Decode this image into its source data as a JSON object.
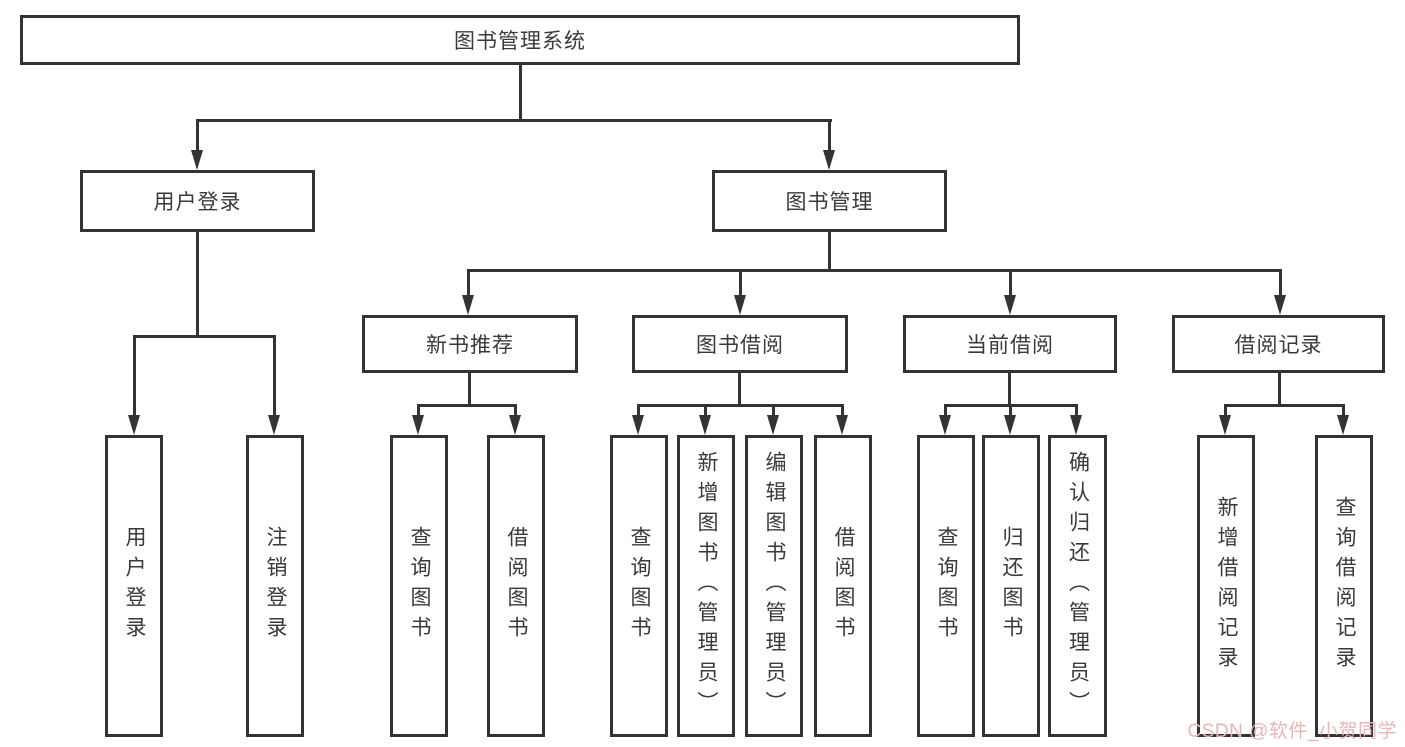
{
  "colors": {
    "line": "#333333",
    "text": "#3a3a3a",
    "watermark": "#eab5b5"
  },
  "watermark": "CSDN @软件_小贺同学",
  "tree": {
    "root": "图书管理系统",
    "children": [
      {
        "label": "用户登录",
        "children": [
          {
            "label": "用户登录"
          },
          {
            "label": "注销登录"
          }
        ]
      },
      {
        "label": "图书管理",
        "children": [
          {
            "label": "新书推荐",
            "children": [
              {
                "label": "查询图书"
              },
              {
                "label": "借阅图书"
              }
            ]
          },
          {
            "label": "图书借阅",
            "children": [
              {
                "label": "查询图书"
              },
              {
                "label": "新增图书（管理员）"
              },
              {
                "label": "编辑图书（管理员）"
              },
              {
                "label": "借阅图书"
              }
            ]
          },
          {
            "label": "当前借阅",
            "children": [
              {
                "label": "查询图书"
              },
              {
                "label": "归还图书"
              },
              {
                "label": "确认归还（管理员）"
              }
            ]
          },
          {
            "label": "借阅记录",
            "children": [
              {
                "label": "新增借阅记录"
              },
              {
                "label": "查询借阅记录"
              }
            ]
          }
        ]
      }
    ]
  }
}
